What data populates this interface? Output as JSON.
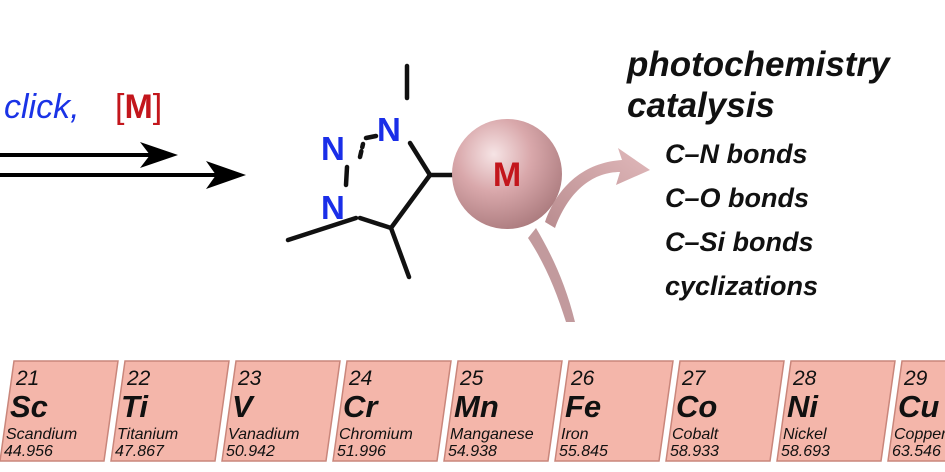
{
  "reaction": {
    "click_label": "click,",
    "metal_label": "[M]",
    "metal_bracket_open": "[",
    "metal_symbol": "M",
    "metal_bracket_close": "]",
    "click_color": "#1a33e6",
    "metal_color": "#c3161c"
  },
  "triazole": {
    "atom_n1": "N",
    "atom_n2": "N",
    "atom_n3": "N",
    "atom_color": "#1a2ee8",
    "bond_color": "#111111"
  },
  "metal_sphere": {
    "label": "M",
    "label_color": "#c3161c",
    "fill": "#d8a3a6"
  },
  "applications": {
    "title_line1": "photochemistry",
    "title_line2": "catalysis",
    "items": [
      "C–N bonds",
      "C–O bonds",
      "C–Si bonds",
      "cyclizations"
    ],
    "arrow_color": "#caa1a3"
  },
  "periodic_table": {
    "tile_fill": "#f4b6aa",
    "tile_stroke": "#c9867b",
    "elements": [
      {
        "number": "21",
        "symbol": "Sc",
        "name": "Scandium",
        "mass": "44.956"
      },
      {
        "number": "22",
        "symbol": "Ti",
        "name": "Titanium",
        "mass": "47.867"
      },
      {
        "number": "23",
        "symbol": "V",
        "name": "Vanadium",
        "mass": "50.942"
      },
      {
        "number": "24",
        "symbol": "Cr",
        "name": "Chromium",
        "mass": "51.996"
      },
      {
        "number": "25",
        "symbol": "Mn",
        "name": "Manganese",
        "mass": "54.938"
      },
      {
        "number": "26",
        "symbol": "Fe",
        "name": "Iron",
        "mass": "55.845"
      },
      {
        "number": "27",
        "symbol": "Co",
        "name": "Cobalt",
        "mass": "58.933"
      },
      {
        "number": "28",
        "symbol": "Ni",
        "name": "Nickel",
        "mass": "58.693"
      },
      {
        "number": "29",
        "symbol": "Cu",
        "name": "Copper",
        "mass": "63.546"
      }
    ]
  }
}
